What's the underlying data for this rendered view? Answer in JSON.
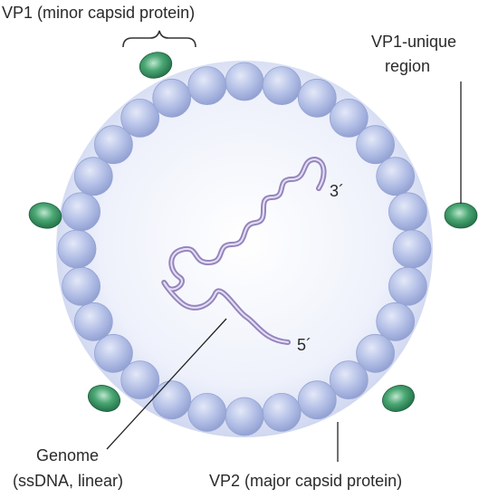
{
  "labels": {
    "vp1_minor": "VP1 (minor capsid protein)",
    "vp1_unique_line1": "VP1-unique",
    "vp1_unique_line2": "region",
    "genome_line1": "Genome",
    "genome_line2": "(ssDNA, linear)",
    "vp2_major": "VP2 (major capsid protein)",
    "end_3": "3´",
    "end_5": "5´"
  },
  "colors": {
    "capsid_subunit": "#a9b6e0",
    "capsid_subunit_light": "#e4e9f8",
    "interior": "#f2f4fc",
    "vp1_green": "#2f8a5a",
    "vp1_green_light": "#bfe6cf",
    "genome_ribbon": "#b9a8d6",
    "text": "#2a2a2a",
    "leader": "#222222"
  },
  "icons": {
    "vp1_group": "curly-bracket-icon",
    "ssdna_strand": "dna-ribbon-icon"
  }
}
